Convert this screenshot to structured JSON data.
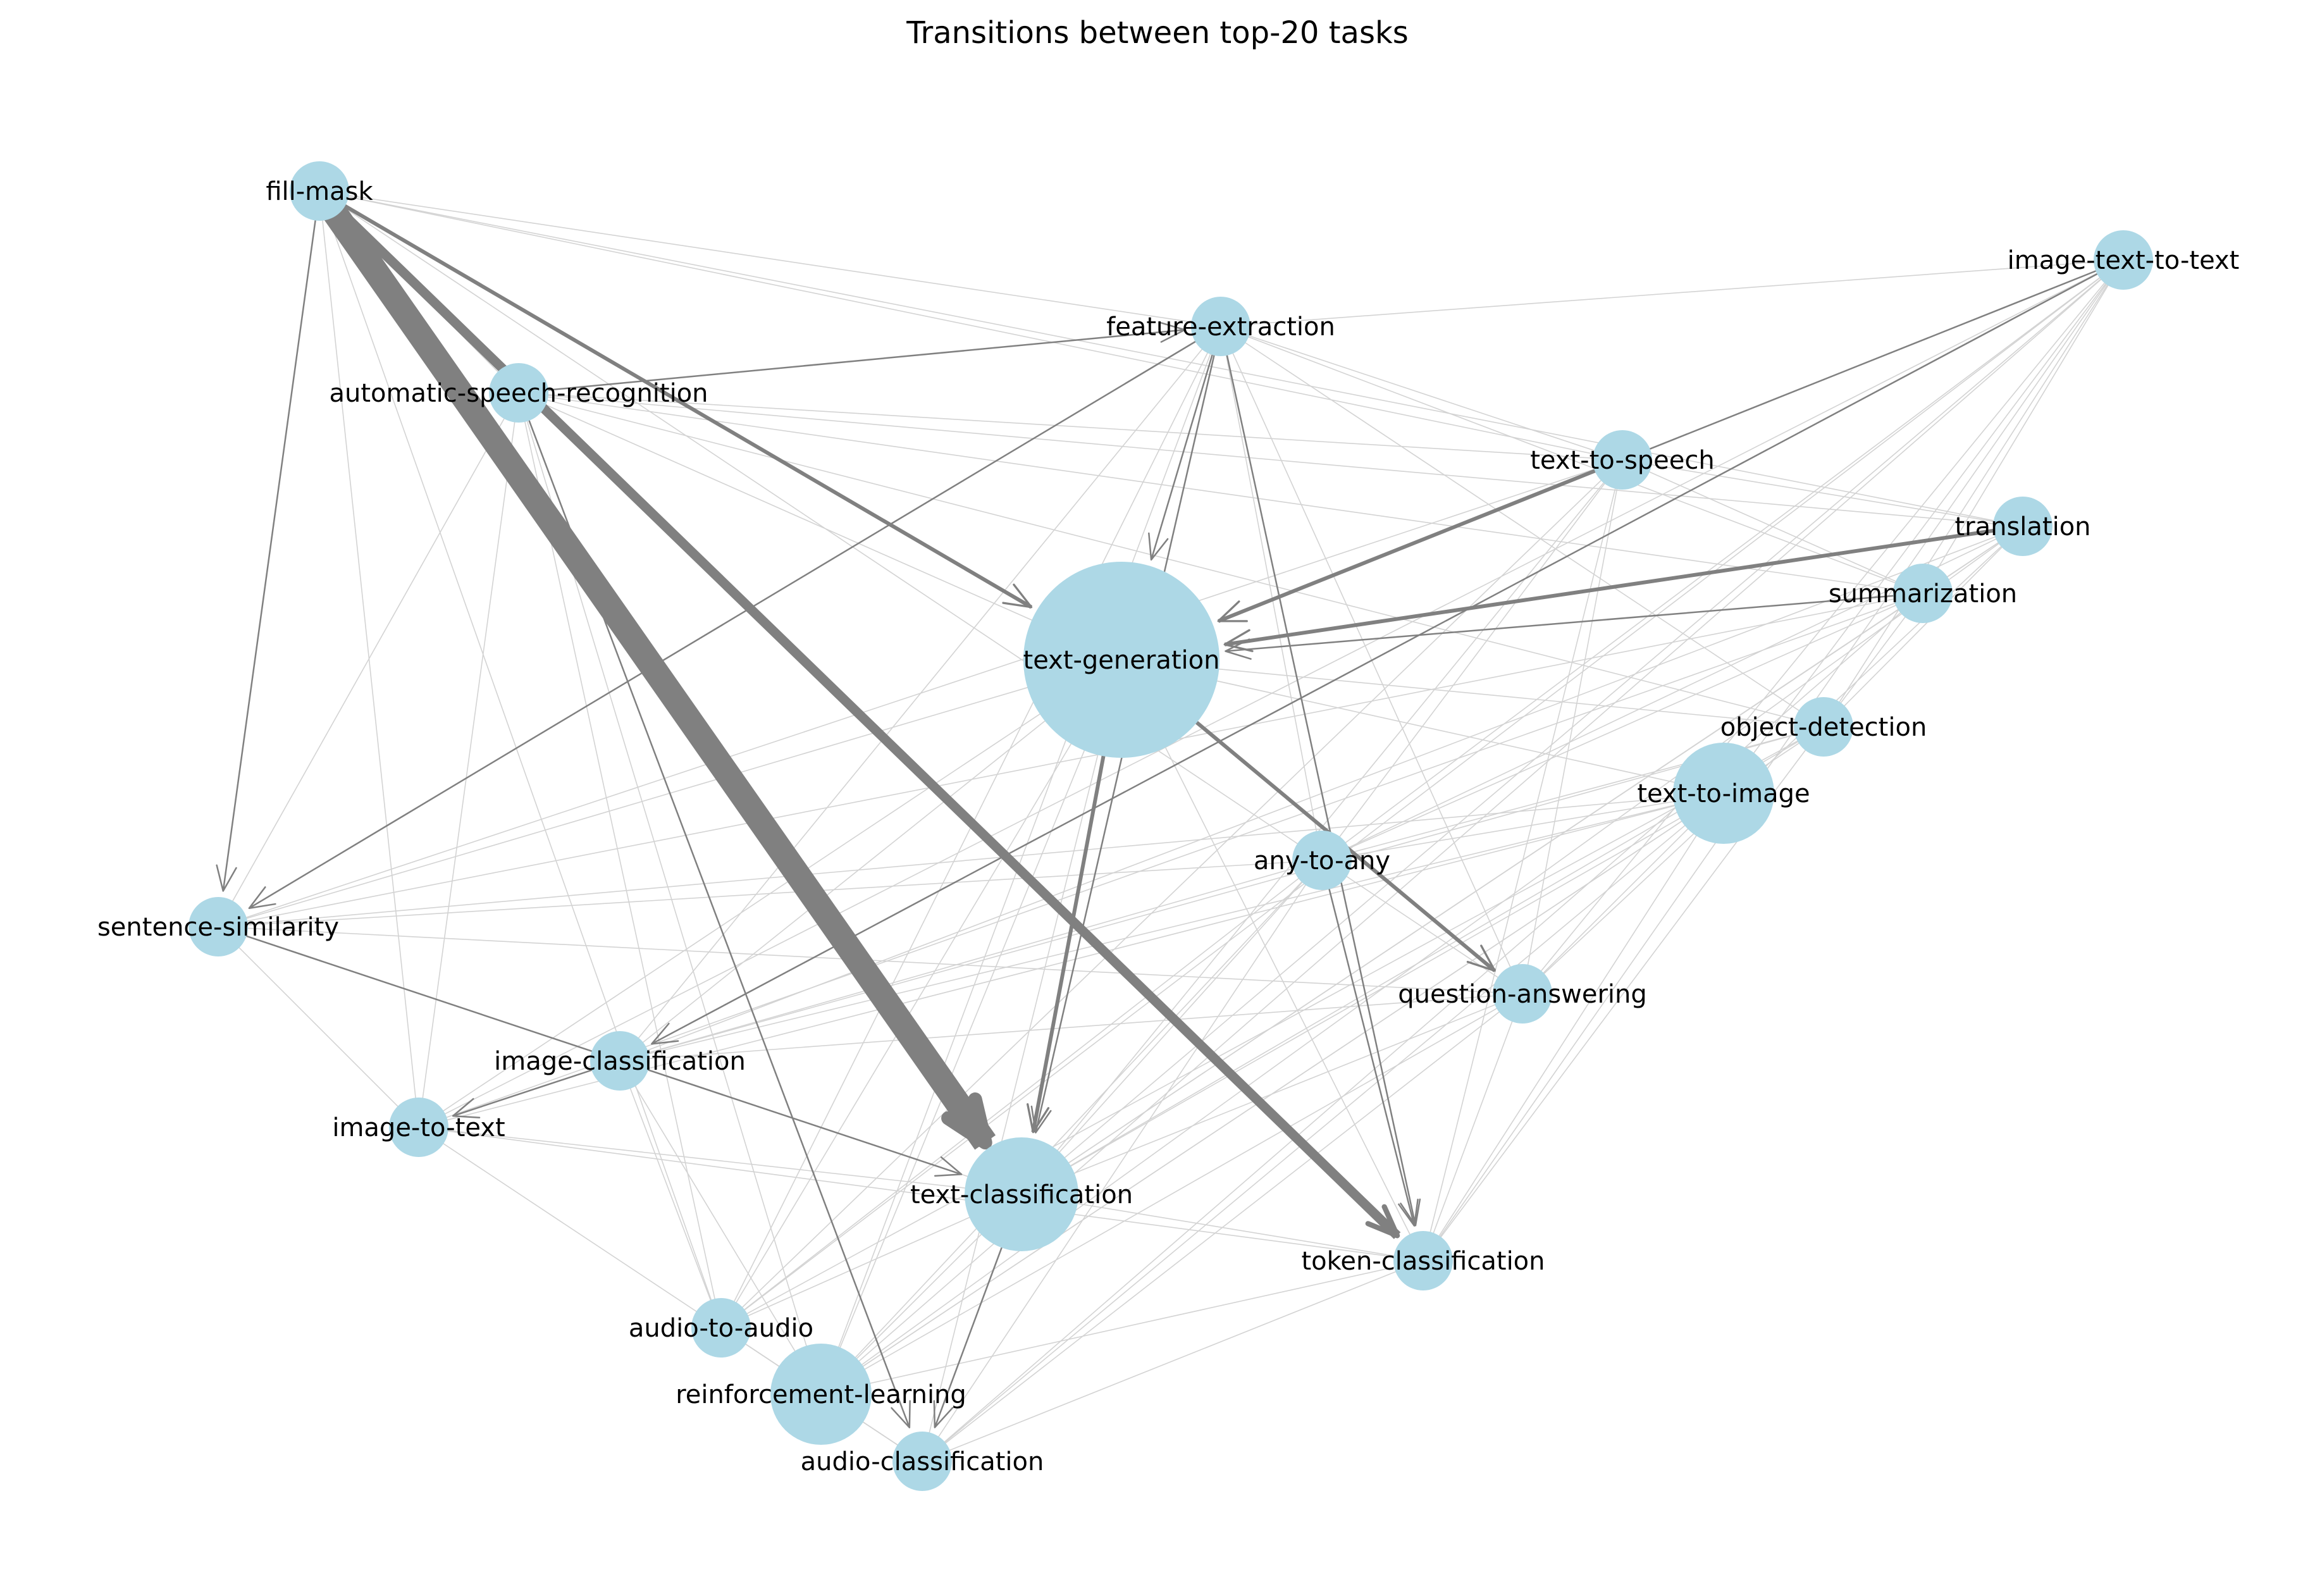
{
  "title": "Transitions between top-20 tasks",
  "colors": {
    "node_fill": "#add8e6",
    "strong_edge": "#808080",
    "faint_edge": "#d3d3d3",
    "label_text": "#000000"
  },
  "nodes": [
    {
      "id": "fill-mask",
      "label": "fill-mask",
      "size": "small"
    },
    {
      "id": "feature-extraction",
      "label": "feature-extraction",
      "size": "small"
    },
    {
      "id": "image-text-to-text",
      "label": "image-text-to-text",
      "size": "small"
    },
    {
      "id": "automatic-speech-recognition",
      "label": "automatic-speech-recognition",
      "size": "small"
    },
    {
      "id": "text-to-speech",
      "label": "text-to-speech",
      "size": "small"
    },
    {
      "id": "translation",
      "label": "translation",
      "size": "small"
    },
    {
      "id": "summarization",
      "label": "summarization",
      "size": "small"
    },
    {
      "id": "text-generation",
      "label": "text-generation",
      "size": "very-large"
    },
    {
      "id": "object-detection",
      "label": "object-detection",
      "size": "small"
    },
    {
      "id": "text-to-image",
      "label": "text-to-image",
      "size": "medium"
    },
    {
      "id": "any-to-any",
      "label": "any-to-any",
      "size": "small"
    },
    {
      "id": "sentence-similarity",
      "label": "sentence-similarity",
      "size": "small"
    },
    {
      "id": "question-answering",
      "label": "question-answering",
      "size": "small"
    },
    {
      "id": "image-classification",
      "label": "image-classification",
      "size": "small"
    },
    {
      "id": "image-to-text",
      "label": "image-to-text",
      "size": "small"
    },
    {
      "id": "text-classification",
      "label": "text-classification",
      "size": "large"
    },
    {
      "id": "token-classification",
      "label": "token-classification",
      "size": "small"
    },
    {
      "id": "audio-to-audio",
      "label": "audio-to-audio",
      "size": "small"
    },
    {
      "id": "reinforcement-learning",
      "label": "reinforcement-learning",
      "size": "medium"
    },
    {
      "id": "audio-classification",
      "label": "audio-classification",
      "size": "small"
    }
  ],
  "edges_strong": [
    {
      "source": "fill-mask",
      "target": "text-classification",
      "weight": "very-heavy"
    },
    {
      "source": "fill-mask",
      "target": "token-classification",
      "weight": "heavy"
    },
    {
      "source": "fill-mask",
      "target": "text-generation",
      "weight": "medium"
    },
    {
      "source": "fill-mask",
      "target": "sentence-similarity",
      "weight": "thin"
    },
    {
      "source": "translation",
      "target": "text-generation",
      "weight": "medium"
    },
    {
      "source": "text-generation",
      "target": "text-classification",
      "weight": "medium"
    },
    {
      "source": "text-to-speech",
      "target": "text-generation",
      "weight": "medium"
    },
    {
      "source": "image-text-to-text",
      "target": "text-generation",
      "weight": "thin"
    },
    {
      "source": "text-generation",
      "target": "question-answering",
      "weight": "medium"
    },
    {
      "source": "feature-extraction",
      "target": "text-generation",
      "weight": "thin"
    },
    {
      "source": "feature-extraction",
      "target": "sentence-similarity",
      "weight": "thin"
    },
    {
      "source": "feature-extraction",
      "target": "text-classification",
      "weight": "thin"
    },
    {
      "source": "sentence-similarity",
      "target": "text-classification",
      "weight": "thin"
    },
    {
      "source": "automatic-speech-recognition",
      "target": "audio-classification",
      "weight": "thin"
    },
    {
      "source": "text-classification",
      "target": "audio-classification",
      "weight": "thin"
    },
    {
      "source": "any-to-any",
      "target": "token-classification",
      "weight": "thin"
    },
    {
      "source": "automatic-speech-recognition",
      "target": "feature-extraction",
      "weight": "thin"
    },
    {
      "source": "summarization",
      "target": "text-generation",
      "weight": "thin"
    },
    {
      "source": "image-classification",
      "target": "image-to-text",
      "weight": "thin"
    },
    {
      "source": "feature-extraction",
      "target": "token-classification",
      "weight": "thin"
    },
    {
      "source": "image-text-to-text",
      "target": "image-classification",
      "weight": "thin"
    }
  ],
  "edges_faint": [
    [
      "fill-mask",
      "feature-extraction"
    ],
    [
      "fill-mask",
      "text-to-speech"
    ],
    [
      "fill-mask",
      "translation"
    ],
    [
      "fill-mask",
      "image-to-text"
    ],
    [
      "fill-mask",
      "audio-to-audio"
    ],
    [
      "fill-mask",
      "automatic-speech-recognition"
    ],
    [
      "fill-mask",
      "question-answering"
    ],
    [
      "feature-extraction",
      "image-text-to-text"
    ],
    [
      "feature-extraction",
      "text-to-speech"
    ],
    [
      "feature-extraction",
      "any-to-any"
    ],
    [
      "feature-extraction",
      "question-answering"
    ],
    [
      "feature-extraction",
      "summarization"
    ],
    [
      "feature-extraction",
      "image-classification"
    ],
    [
      "feature-extraction",
      "reinforcement-learning"
    ],
    [
      "feature-extraction",
      "audio-to-audio"
    ],
    [
      "image-text-to-text",
      "text-to-speech"
    ],
    [
      "image-text-to-text",
      "summarization"
    ],
    [
      "image-text-to-text",
      "object-detection"
    ],
    [
      "image-text-to-text",
      "text-to-image"
    ],
    [
      "image-text-to-text",
      "any-to-any"
    ],
    [
      "image-text-to-text",
      "question-answering"
    ],
    [
      "image-text-to-text",
      "text-classification"
    ],
    [
      "image-text-to-text",
      "token-classification"
    ],
    [
      "image-text-to-text",
      "audio-to-audio"
    ],
    [
      "image-text-to-text",
      "reinforcement-learning"
    ],
    [
      "image-text-to-text",
      "image-to-text"
    ],
    [
      "automatic-speech-recognition",
      "text-to-speech"
    ],
    [
      "automatic-speech-recognition",
      "translation"
    ],
    [
      "automatic-speech-recognition",
      "text-generation"
    ],
    [
      "automatic-speech-recognition",
      "sentence-similarity"
    ],
    [
      "automatic-speech-recognition",
      "image-to-text"
    ],
    [
      "automatic-speech-recognition",
      "audio-to-audio"
    ],
    [
      "automatic-speech-recognition",
      "reinforcement-learning"
    ],
    [
      "automatic-speech-recognition",
      "summarization"
    ],
    [
      "automatic-speech-recognition",
      "object-detection"
    ],
    [
      "text-to-speech",
      "translation"
    ],
    [
      "text-to-speech",
      "summarization"
    ],
    [
      "text-to-speech",
      "any-to-any"
    ],
    [
      "text-to-speech",
      "text-classification"
    ],
    [
      "text-to-speech",
      "question-answering"
    ],
    [
      "text-to-speech",
      "token-classification"
    ],
    [
      "text-to-speech",
      "audio-to-audio"
    ],
    [
      "text-to-speech",
      "sentence-similarity"
    ],
    [
      "translation",
      "summarization"
    ],
    [
      "translation",
      "any-to-any"
    ],
    [
      "translation",
      "text-classification"
    ],
    [
      "translation",
      "question-answering"
    ],
    [
      "translation",
      "reinforcement-learning"
    ],
    [
      "translation",
      "image-classification"
    ],
    [
      "translation",
      "object-detection"
    ],
    [
      "summarization",
      "any-to-any"
    ],
    [
      "summarization",
      "text-classification"
    ],
    [
      "summarization",
      "token-classification"
    ],
    [
      "summarization",
      "sentence-similarity"
    ],
    [
      "summarization",
      "audio-classification"
    ],
    [
      "summarization",
      "image-to-text"
    ],
    [
      "text-generation",
      "sentence-similarity"
    ],
    [
      "text-generation",
      "image-classification"
    ],
    [
      "text-generation",
      "image-to-text"
    ],
    [
      "text-generation",
      "text-to-image"
    ],
    [
      "text-generation",
      "object-detection"
    ],
    [
      "text-generation",
      "token-classification"
    ],
    [
      "text-generation",
      "audio-to-audio"
    ],
    [
      "text-generation",
      "reinforcement-learning"
    ],
    [
      "text-generation",
      "audio-classification"
    ],
    [
      "object-detection",
      "text-classification"
    ],
    [
      "object-detection",
      "any-to-any"
    ],
    [
      "object-detection",
      "reinforcement-learning"
    ],
    [
      "object-detection",
      "image-classification"
    ],
    [
      "object-detection",
      "audio-to-audio"
    ],
    [
      "text-to-image",
      "any-to-any"
    ],
    [
      "text-to-image",
      "question-answering"
    ],
    [
      "text-to-image",
      "text-classification"
    ],
    [
      "text-to-image",
      "token-classification"
    ],
    [
      "text-to-image",
      "sentence-similarity"
    ],
    [
      "text-to-image",
      "image-classification"
    ],
    [
      "text-to-image",
      "image-to-text"
    ],
    [
      "text-to-image",
      "reinforcement-learning"
    ],
    [
      "text-to-image",
      "audio-classification"
    ],
    [
      "any-to-any",
      "sentence-similarity"
    ],
    [
      "any-to-any",
      "image-classification"
    ],
    [
      "any-to-any",
      "text-classification"
    ],
    [
      "any-to-any",
      "audio-to-audio"
    ],
    [
      "any-to-any",
      "reinforcement-learning"
    ],
    [
      "any-to-any",
      "audio-classification"
    ],
    [
      "question-answering",
      "text-classification"
    ],
    [
      "question-answering",
      "token-classification"
    ],
    [
      "question-answering",
      "image-classification"
    ],
    [
      "question-answering",
      "audio-classification"
    ],
    [
      "question-answering",
      "reinforcement-learning"
    ],
    [
      "sentence-similarity",
      "image-classification"
    ],
    [
      "sentence-similarity",
      "question-answering"
    ],
    [
      "sentence-similarity",
      "image-to-text"
    ],
    [
      "image-classification",
      "text-classification"
    ],
    [
      "image-classification",
      "audio-to-audio"
    ],
    [
      "image-classification",
      "reinforcement-learning"
    ],
    [
      "image-to-text",
      "text-classification"
    ],
    [
      "image-to-text",
      "token-classification"
    ],
    [
      "text-classification",
      "token-classification"
    ],
    [
      "text-classification",
      "reinforcement-learning"
    ],
    [
      "text-classification",
      "audio-to-audio"
    ],
    [
      "token-classification",
      "reinforcement-learning"
    ],
    [
      "token-classification",
      "audio-classification"
    ],
    [
      "audio-to-audio",
      "reinforcement-learning"
    ],
    [
      "audio-to-audio",
      "audio-classification"
    ],
    [
      "reinforcement-learning",
      "audio-classification"
    ],
    [
      "image-to-text",
      "audio-classification"
    ],
    [
      "feature-extraction",
      "object-detection"
    ]
  ]
}
